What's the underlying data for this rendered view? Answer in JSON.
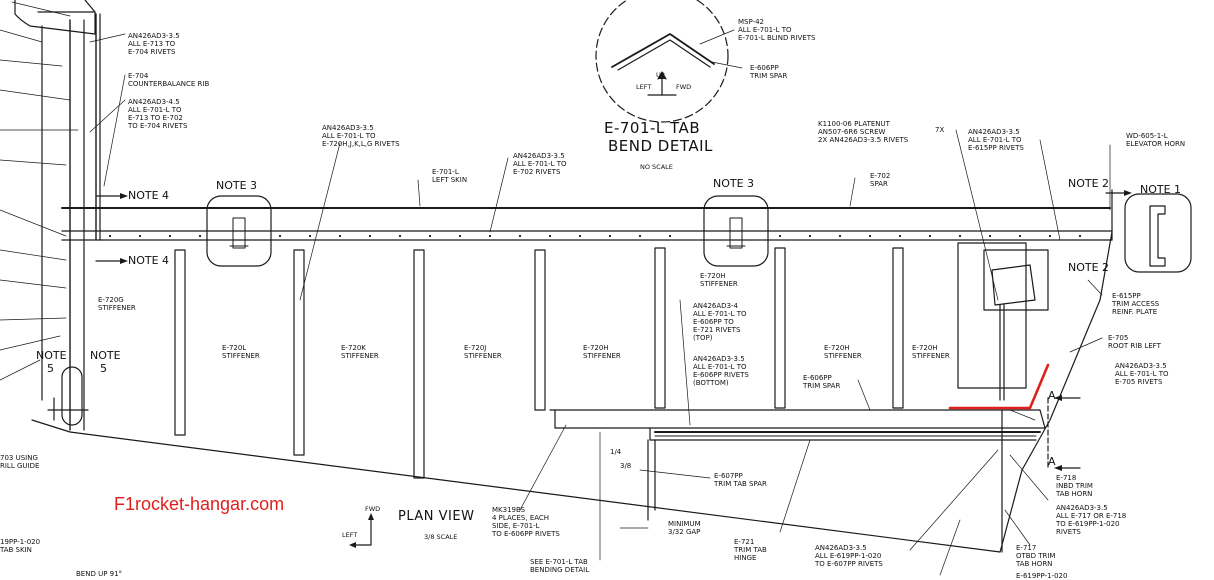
{
  "watermark": {
    "text": "F1rocket-hangar.com",
    "color": "#e0201c"
  },
  "colors": {
    "ink": "#1a1a1a",
    "highlight": "#e0201c"
  },
  "detail": {
    "title": "E-701-L TAB",
    "subtitle": "BEND DETAIL",
    "scale": "NO SCALE",
    "arrow_up": "UP",
    "arrow_left": "LEFT",
    "arrow_fwd": "FWD"
  },
  "view": {
    "title": "PLAN VIEW",
    "scale": "3/8 SCALE",
    "compass_fwd": "FWD",
    "compass_left": "LEFT"
  },
  "section_marks": [
    "A",
    "A"
  ],
  "notes": {
    "note4_top": "NOTE 4",
    "note4_bottom": "NOTE 4",
    "note3_left": "NOTE 3",
    "note3_right": "NOTE 3",
    "note2_top": "NOTE 2",
    "note2_bottom": "NOTE 2",
    "note1": "NOTE 1",
    "note5_left_a": "NOTE",
    "note5_left_b": "5",
    "note5_right_a": "NOTE",
    "note5_right_b": "5"
  },
  "callouts": {
    "c01": "AN426AD3-3.5\nALL E-713 TO\nE-704 RIVETS",
    "c02": "E-704\nCOUNTERBALANCE RIB",
    "c03": "AN426AD3-4.5\nALL E-701-L TO\nE-713 TO E-702\nTO E-704 RIVETS",
    "c04": "AN426AD3-3.5\nALL E-701-L TO\nE-720H,J,K,L,G RIVETS",
    "c05": "AN426AD3-3.5\nALL E-701-L TO\nE-702 RIVETS",
    "c06": "E-701-L\nLEFT SKIN",
    "c07": "MSP-42\nALL E-701-L TO\nE-701-L BLIND RIVETS",
    "c08": "E-606PP\nTRIM SPAR",
    "c09": "K1100-06 PLATENUT\nAN507-6R6 SCREW\n2X AN426AD3-3.5 RIVETS",
    "c10": "7X",
    "c11": "AN426AD3-3.5\nALL E-701-L TO\nE-615PP RIVETS",
    "c12": "WD-605-1-L\nELEVATOR HORN",
    "c13": "E-702\nSPAR",
    "c14": "E-720G\nSTIFFENER",
    "c15": "E-720L\nSTIFFENER",
    "c16": "E-720K\nSTIFFENER",
    "c17": "E-720J\nSTIFFENER",
    "c18": "E-720H\nSTIFFENER",
    "c19": "E-720H\nSTIFFENER",
    "c20": "AN426AD3-4\nALL E-701-L TO\nE-606PP TO\nE-721 RIVETS\n(TOP)",
    "c21": "AN426AD3-3.5\nALL E-701-L TO\nE-606PP RIVETS\n(BOTTOM)",
    "c22": "E-720H\nSTIFFENER",
    "c23": "E-720H\nSTIFFENER",
    "c24": "E-606PP\nTRIM SPAR",
    "c25": "E-615PP\nTRIM ACCESS\nREINF. PLATE",
    "c26": "E-705\nROOT RIB LEFT",
    "c27": "AN426AD3-3.5\nALL E-701-L TO\nE-705 RIVETS",
    "c28": "E-718\nINBD TRIM\nTAB HORN",
    "c29": "AN426AD3-3.5\nALL E-717 OR E-718\nTO E-619PP-1-020\nRIVETS",
    "c30": "E-717\nOTBD TRIM\nTAB HORN",
    "c31": "E-619PP-1-020",
    "c32": "AN426AD3-3.5\nALL E-619PP-1-020\nTO E-607PP RIVETS",
    "c33": "E-721\nTRIM TAB\nHINGE",
    "c34": "MINIMUM\n3/32 GAP",
    "c35": "SEE E-701-L TAB\nBENDING DETAIL",
    "c36": "MK319BS\n4 PLACES, EACH\nSIDE, E-701-L\nTO E-606PP RIVETS",
    "c37": "E-607PP\nTRIM TAB SPAR",
    "c38": "1/4",
    "c39": "3/8",
    "c40": "703 USING\nRILL GUIDE",
    "c41": "19PP-1-020\nTAB SKIN",
    "c42": "BEND UP 91°"
  }
}
